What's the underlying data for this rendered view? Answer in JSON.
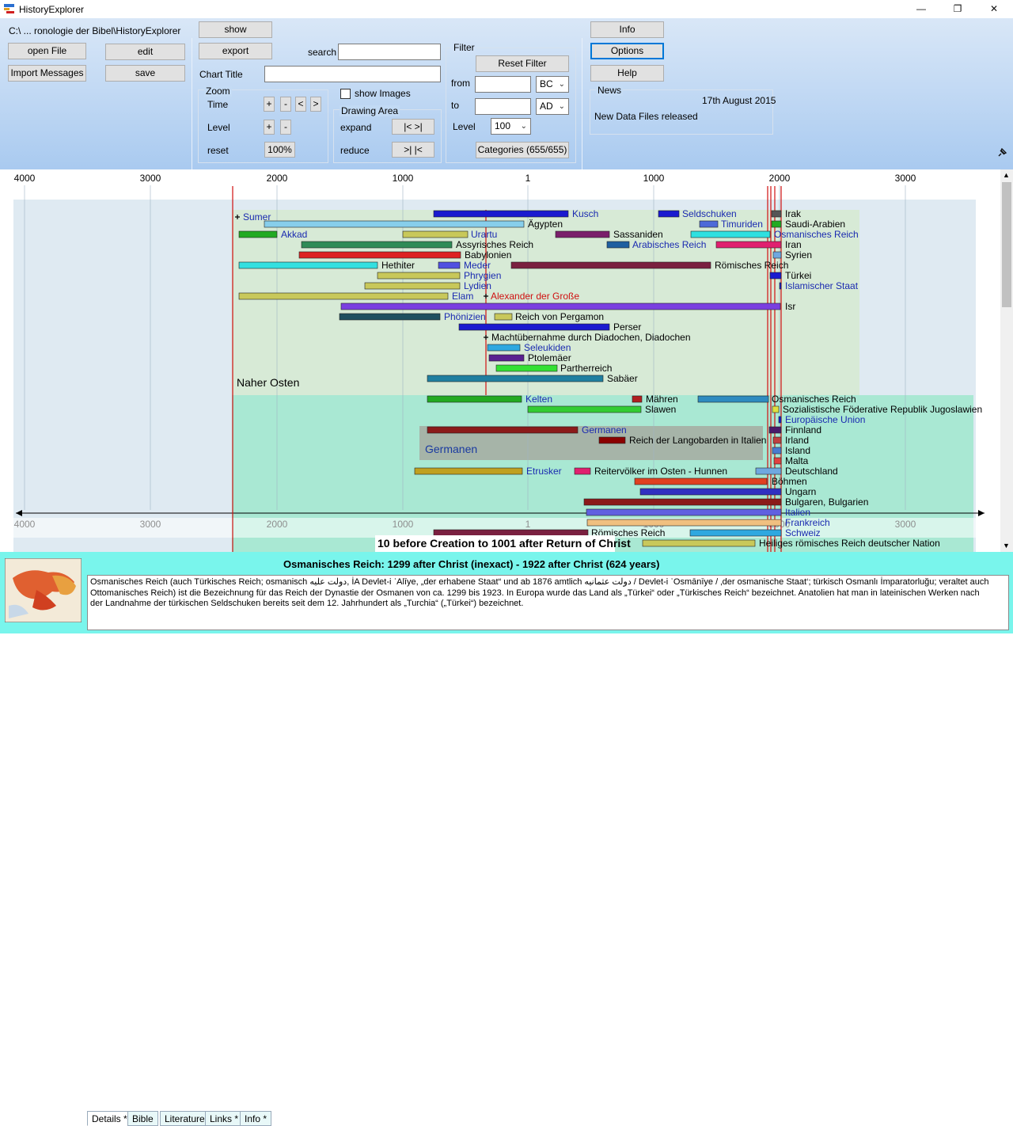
{
  "window": {
    "title": "HistoryExplorer",
    "minimize": "—",
    "maximize": "❐",
    "close": "✕"
  },
  "toolbar": {
    "path": "C:\\ ... ronologie der Bibel\\HistoryExplorer",
    "open_file": "open File",
    "edit": "edit",
    "import_messages": "Import Messages",
    "save": "save",
    "show": "show",
    "export": "export",
    "search_label": "search",
    "search_value": "",
    "chart_title_label": "Chart Title",
    "chart_title_value": "",
    "zoom_label": "Zoom",
    "time_label": "Time",
    "level_label": "Level",
    "reset_label": "reset",
    "plus": "+",
    "minus": "-",
    "left": "<",
    "right": ">",
    "reset_value": "100%",
    "show_images": "show Images",
    "drawing_area": "Drawing Area",
    "expand": "expand",
    "reduce": "reduce",
    "expand_btn": "|<  >|",
    "reduce_btn": ">|  |<",
    "filter": "Filter",
    "reset_filter": "Reset Filter",
    "from": "from",
    "to": "to",
    "from_era": "BC",
    "to_era": "AD",
    "level_filter": "Level",
    "level_value": "100",
    "categories": "Categories (655/655)",
    "info": "Info",
    "options": "Options",
    "help": "Help",
    "news_label": "News",
    "news_date": "17th August 2015",
    "news_text": "New Data Files released",
    "pin_icon": "pin-icon"
  },
  "axis": {
    "ticks": [
      "4000",
      "3000",
      "2000",
      "1000",
      "1",
      "1000",
      "2000",
      "3000"
    ],
    "range_label": "10 before Creation to 1001 after Return of Christ"
  },
  "groups": [
    {
      "label": "Naher Osten"
    },
    {
      "label": "Germanen"
    }
  ],
  "bars": [
    {
      "label": "Sumer",
      "color": "#1a1acf"
    },
    {
      "label": "Kusch",
      "color": "#1a1acf"
    },
    {
      "label": "Seldschuken",
      "color": "#1a1acf"
    },
    {
      "label": "Irak",
      "color": "#555"
    },
    {
      "label": "Ägypten",
      "color": "#87ceeb"
    },
    {
      "label": "Timuriden",
      "color": "#4d6ad8"
    },
    {
      "label": "Saudi-Arabien",
      "color": "#22aa22"
    },
    {
      "label": "Akkad",
      "color": "#22aa22"
    },
    {
      "label": "Urartu",
      "color": "#c8c85a"
    },
    {
      "label": "Sassaniden",
      "color": "#7a1f6b"
    },
    {
      "label": "Osmanisches Reich",
      "color": "#2ee0e0"
    },
    {
      "label": "Assyrisches Reich",
      "color": "#2e8b57"
    },
    {
      "label": "Arabisches Reich",
      "color": "#1f5fa0"
    },
    {
      "label": "Iran",
      "color": "#e0206f"
    },
    {
      "label": "Babylonien",
      "color": "#dd2222"
    },
    {
      "label": "Syrien",
      "color": "#6fa8e0"
    },
    {
      "label": "Hethiter",
      "color": "#33e0e0"
    },
    {
      "label": "Meder",
      "color": "#5050e0"
    },
    {
      "label": "Römisches Reich",
      "color": "#7a2040"
    },
    {
      "label": "Phrygien",
      "color": "#c8c85a"
    },
    {
      "label": "Türkei",
      "color": "#1a1acf"
    },
    {
      "label": "Lydien",
      "color": "#c8c85a"
    },
    {
      "label": "Islamischer Staat",
      "color": "#1a1acf"
    },
    {
      "label": "Elam",
      "color": "#c8c85a"
    },
    {
      "label": "Alexander der Große",
      "color": "#dd2222"
    },
    {
      "label": "Isr",
      "color": "#7a3fe0"
    },
    {
      "label": "Phönizien",
      "color": "#1f4f5f"
    },
    {
      "label": "Reich von Pergamon",
      "color": "#c8c85a"
    },
    {
      "label": "Perser",
      "color": "#1a1acf"
    },
    {
      "label": "Machtübernahme durch Diadochen, Diadochen",
      "color": "#000"
    },
    {
      "label": "Seleukiden",
      "color": "#2ea8e0"
    },
    {
      "label": "Ptolemäer",
      "color": "#5a2090"
    },
    {
      "label": "Partherreich",
      "color": "#33e033"
    },
    {
      "label": "Sabäer",
      "color": "#1f7fa0"
    },
    {
      "label": "Kelten",
      "color": "#22aa22"
    },
    {
      "label": "Mähren",
      "color": "#b02020"
    },
    {
      "label": "Osmanisches Reich",
      "color": "#2e8bc0"
    },
    {
      "label": "Slawen",
      "color": "#33cc33"
    },
    {
      "label": "Sozialistische Föderative Republik Jugoslawien",
      "color": "#e0e040"
    },
    {
      "label": "Europäische Union",
      "color": "#1a1acf"
    },
    {
      "label": "Germanen",
      "color": "#8b1a1a"
    },
    {
      "label": "Finnland",
      "color": "#4a1a6a"
    },
    {
      "label": "Reich der Langobarden in Italien",
      "color": "#8b0000"
    },
    {
      "label": "Irland",
      "color": "#c04040"
    },
    {
      "label": "Island",
      "color": "#4a7ad0"
    },
    {
      "label": "Malta",
      "color": "#e04040"
    },
    {
      "label": "Etrusker",
      "color": "#c0a020"
    },
    {
      "label": "Reitervölker im Osten - Hunnen",
      "color": "#e0206f"
    },
    {
      "label": "Deutschland",
      "color": "#6fa8e0"
    },
    {
      "label": "Böhmen",
      "color": "#e04020"
    },
    {
      "label": "Ungarn",
      "color": "#3030c0"
    },
    {
      "label": "Bulgaren, Bulgarien",
      "color": "#8b1a1a"
    },
    {
      "label": "Italien",
      "color": "#6060e0"
    },
    {
      "label": "Frankreich",
      "color": "#f0c080"
    },
    {
      "label": "Römisches Reich",
      "color": "#7a2040"
    },
    {
      "label": "Schweiz",
      "color": "#2ea8e0"
    },
    {
      "label": "Heiliges römisches Reich deutscher Nation",
      "color": "#c8c85a"
    }
  ],
  "details": {
    "tabs": [
      "Details *",
      "Bible",
      "Literature",
      "Links *",
      "Info *"
    ],
    "heading": "Osmanisches Reich:  1299 after Christ (inexact)  -  1922 after Christ  (624 years)",
    "text": "Osmanisches Reich (auch Türkisches Reich; osmanisch دولت علیه, İA Devlet-i ʿAlīye, „der erhabene Staat“ und ab 1876 amtlich دولت عثمانیه / Devlet-i ʿOsmānīye / ‚der osmanische Staat‘; türkisch Osmanlı İmparatorluğu; veraltet auch Ottomanisches Reich) ist die Bezeichnung für das Reich der Dynastie der Osmanen von ca. 1299 bis 1923. In Europa wurde das Land als „Türkei“ oder „Türkisches Reich“ bezeichnet. Anatolien hat man in lateinischen Werken nach der Landnahme der türkischen Seldschuken bereits seit dem 12. Jahrhundert als „Turchia“ („Türkei“) bezeichnet."
  }
}
